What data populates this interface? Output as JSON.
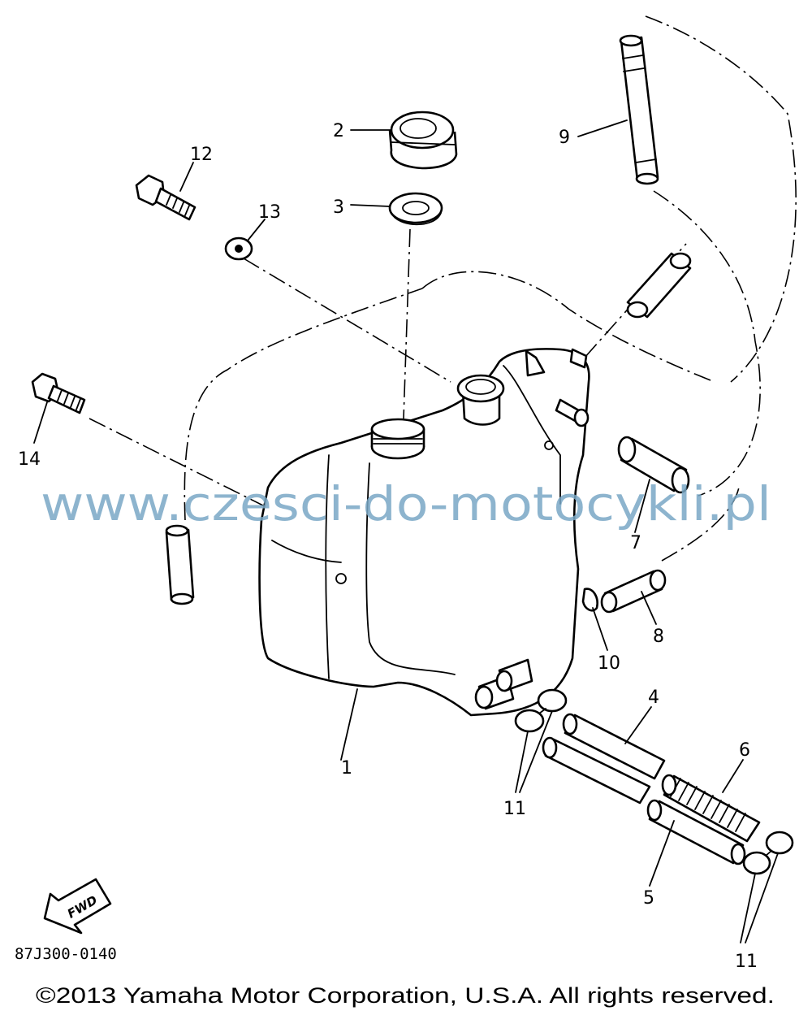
{
  "diagram": {
    "watermark": "www.czesci-do-motocykli.pl",
    "part_code": "87J300-0140",
    "fwd_label": "FWD",
    "copyright": "©2013 Yamaha Motor Corporation, U.S.A. All rights reserved.",
    "callouts": {
      "p1": "1",
      "p2": "2",
      "p3": "3",
      "p4": "4",
      "p5": "5",
      "p6": "6",
      "p7": "7",
      "p8": "8",
      "p9": "9",
      "p10": "10",
      "p11a": "11",
      "p11b": "11",
      "p12": "12",
      "p13": "13",
      "p14": "14"
    }
  }
}
